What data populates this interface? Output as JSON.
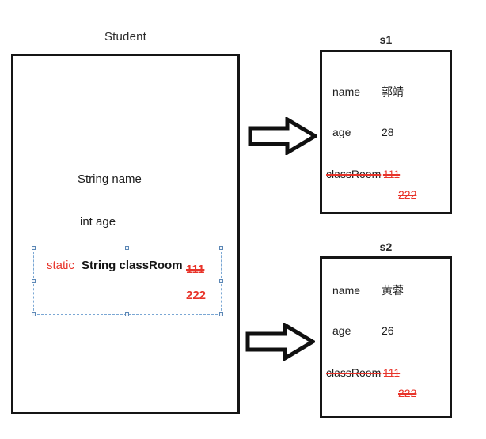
{
  "diagram": {
    "title_class": "Student",
    "class_members": [
      {
        "text": "String  name"
      },
      {
        "text": "int age"
      }
    ],
    "static_field": {
      "keyword": "static",
      "declaration": "String classRoom",
      "value_old": "111",
      "value_new": "222",
      "keyword_color": "#e8342a",
      "value_color": "#e8342a",
      "selection_border_color": "#7aa7d4",
      "handle_fill": "#f2f6fb",
      "handle_border": "#5c87b5"
    },
    "instances": [
      {
        "label": "s1",
        "fields": [
          {
            "key": "name",
            "value": "郭靖"
          },
          {
            "key": "age",
            "value": "28"
          }
        ],
        "static_field": {
          "key": "classRoom",
          "value_old": "111",
          "value_new": "222",
          "struck": true
        }
      },
      {
        "label": "s2",
        "fields": [
          {
            "key": "name",
            "value": "黄蓉"
          },
          {
            "key": "age",
            "value": "26"
          }
        ],
        "static_field": {
          "key": "classRoom",
          "value_old": "111",
          "value_new": "222",
          "struck": true
        }
      }
    ],
    "arrows": [
      {
        "name": "arrow-to-s1",
        "direction": "right"
      },
      {
        "name": "arrow-to-s2",
        "direction": "right"
      }
    ],
    "colors": {
      "outline": "#151515",
      "text": "#1c1c1c",
      "red": "#e8342a",
      "background": "#ffffff"
    }
  }
}
